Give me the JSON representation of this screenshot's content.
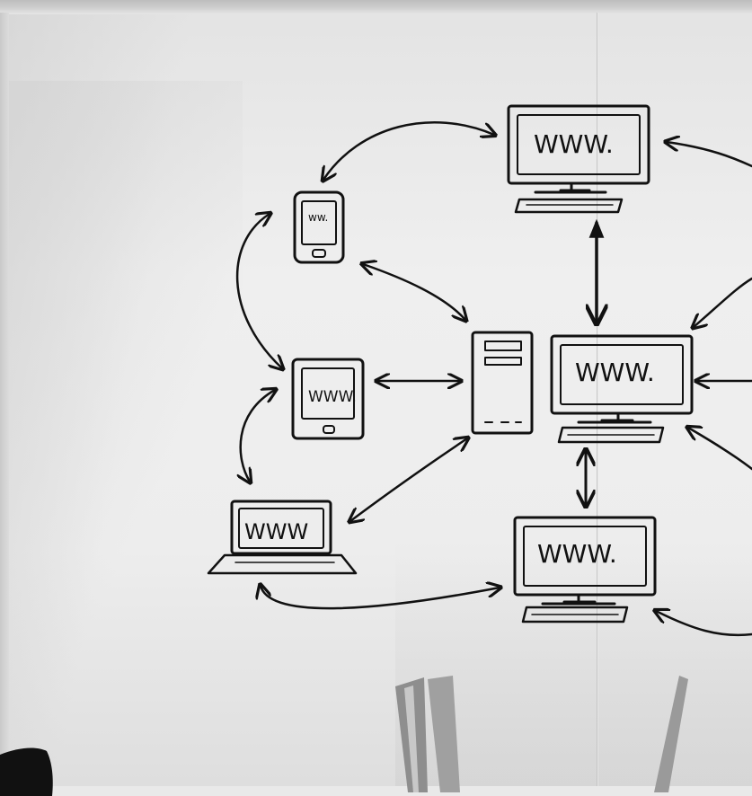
{
  "scene": {
    "description_type": "whiteboard-network-sketch",
    "ink_color": "#111111",
    "glass_color": "#ececec"
  },
  "labels": {
    "monitor_top": "WWW.",
    "monitor_center": "WWW.",
    "monitor_bottom": "WWW.",
    "tablet": "WWW.",
    "phone": "ww.",
    "laptop": "WWW"
  }
}
